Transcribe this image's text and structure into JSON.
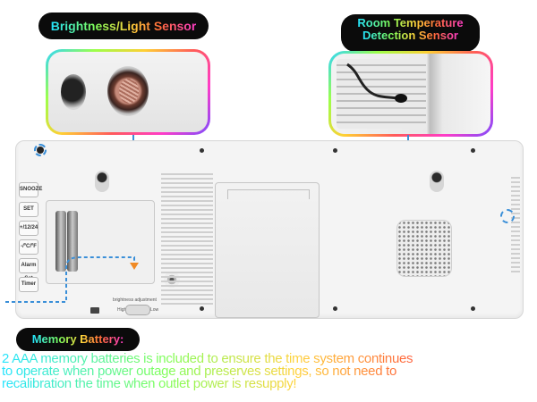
{
  "labels": {
    "brightness": "Brightness/Light Sensor",
    "room_temp_line1": "Room Temperature",
    "room_temp_line2": "Detection Sensor",
    "memory_battery": "Memory Battery:"
  },
  "description": {
    "line1": "2 AAA memory batteries is included to ensure the time system continues",
    "line2": "to operate when power outage and preserves settings, so not need to",
    "line3": "recalibration the time when outlet power is resupply!"
  },
  "buttons": [
    "SNOOZE",
    "SET",
    "+/12/24",
    "-/ºC/ºF",
    "Alarm Set",
    "Timer"
  ],
  "device_text": {
    "brightness_adjustment": "brightness adjustment",
    "high": "High",
    "low": "Low"
  },
  "colors": {
    "accent_dash": "#3a8fd8",
    "arrow": "#f08a24",
    "pill_bg": "#0b0b0b"
  }
}
